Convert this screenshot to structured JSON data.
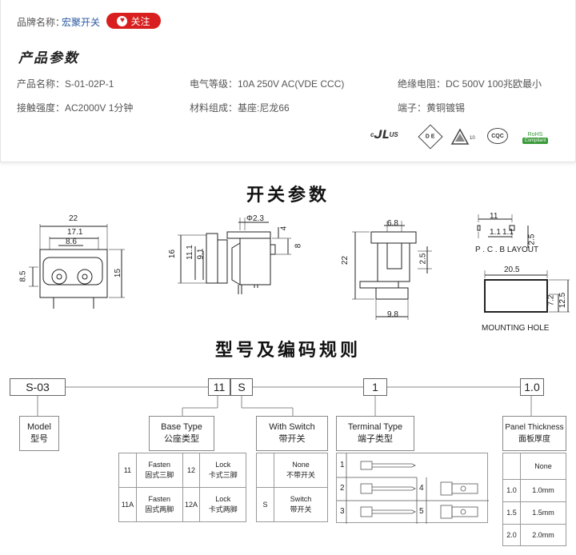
{
  "card": {
    "brand_label": "品牌名称：",
    "brand_value": "宏聚开关",
    "follow_label": "关注",
    "section_title": "产品参数",
    "specs": [
      "产品名称：S-01-02P-1",
      "电气等级：10A  250V AC(VDE CCC)",
      "绝缘电阻：DC 500V 100兆欧最小",
      "接触强度：AC2000V 1分钟",
      "材料组成：基座:尼龙66",
      "端子：黄铜镀锡"
    ],
    "certs": {
      "ul": "c",
      "ul_main": "US",
      "de": "D E",
      "tri": "10",
      "cqc": "CQC",
      "rohs_top": "RoHS",
      "rohs_bottom": "Compliant"
    }
  },
  "switch_params_title": "开关参数",
  "coding_title": "型号及编码规则",
  "drawings": {
    "front": {
      "dims": [
        "22",
        "17.1",
        "8.6",
        "8.5",
        "15"
      ]
    },
    "side": {
      "dims": [
        "Φ2.3",
        "4",
        "16",
        "11.1",
        "9.1",
        "8"
      ]
    },
    "right": {
      "dims": [
        "6.8",
        "22",
        "2.5",
        "9.8"
      ]
    },
    "pcb": {
      "dims": [
        "11",
        "1.1",
        "1.1",
        "2.5"
      ],
      "caption": "P . C . B  LAYOUT"
    },
    "hole": {
      "dims": [
        "20.5",
        "7.2",
        "12.5"
      ],
      "caption": "MOUNTING HOLE"
    }
  },
  "code": {
    "parts": [
      "S-03",
      "11",
      "S",
      "1",
      "1.0"
    ],
    "model": {
      "en": "Model",
      "cn": "型号"
    },
    "base": {
      "en": "Base Type",
      "cn": "公座类型",
      "rows": [
        {
          "code1": "11",
          "name1_en": "Fasten",
          "name1_cn": "固式三脚",
          "code2": "12",
          "name2_en": "Lock",
          "name2_cn": "卡式三脚"
        },
        {
          "code1": "11A",
          "name1_en": "Fasten",
          "name1_cn": "固式两脚",
          "code2": "12A",
          "name2_en": "Lock",
          "name2_cn": "卡式两脚"
        }
      ]
    },
    "switch": {
      "en": "With Switch",
      "cn": "带开关",
      "rows": [
        {
          "code": "",
          "en": "None",
          "cn": "不带开关"
        },
        {
          "code": "S",
          "en": "Switch",
          "cn": "带开关"
        }
      ]
    },
    "terminal": {
      "en": "Terminal Type",
      "cn": "端子类型",
      "codes": [
        "1",
        "2",
        "3",
        "4",
        "5"
      ]
    },
    "panel": {
      "en": "Panel Thickness",
      "cn": "面板厚度",
      "rows": [
        {
          "code": "",
          "value": "None"
        },
        {
          "code": "1.0",
          "value": "1.0mm"
        },
        {
          "code": "1.5",
          "value": "1.5mm"
        },
        {
          "code": "2.0",
          "value": "2.0mm"
        }
      ]
    }
  }
}
